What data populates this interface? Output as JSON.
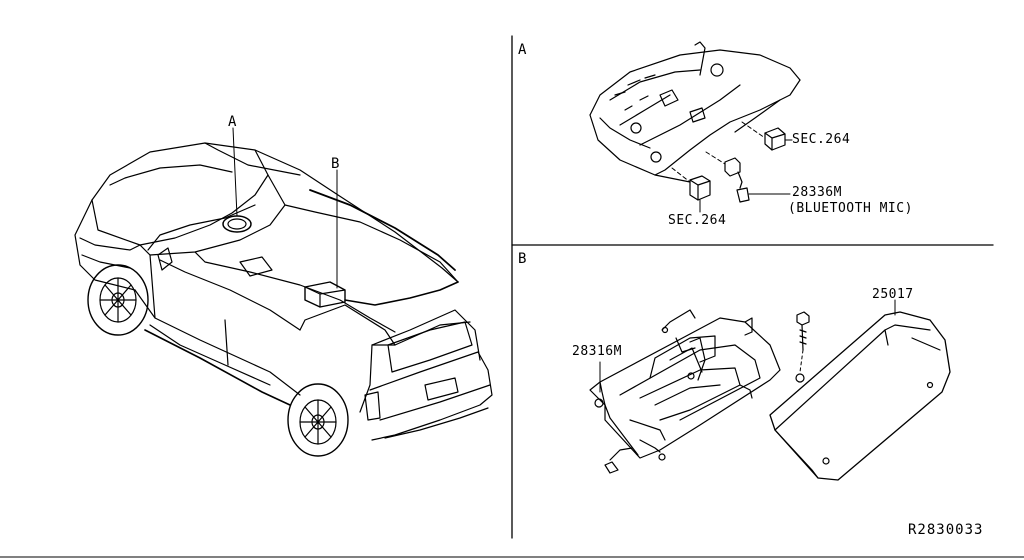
{
  "vehicle_callouts": {
    "a": "A",
    "b": "B"
  },
  "panel_a": {
    "letter": "A",
    "parts": {
      "sec_top": "SEC.264",
      "sec_bottom": "SEC.264",
      "mic_part": "28336M",
      "mic_desc": "(BLUETOOTH MIC)"
    }
  },
  "panel_b": {
    "letter": "B",
    "parts": {
      "bracket": "28316M",
      "module": "25017"
    }
  },
  "reference_code": "R2830033"
}
